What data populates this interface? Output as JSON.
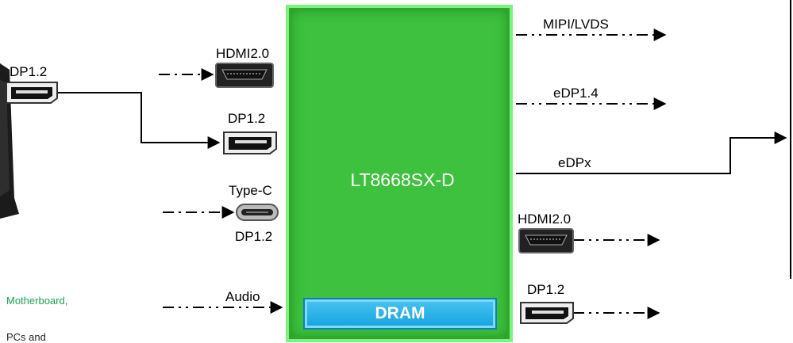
{
  "chip": {
    "name": "LT8668SX-D",
    "memory": "DRAM"
  },
  "external": {
    "left_dp": "DP1.2",
    "side_text_1": "Motherboard,",
    "side_text_2": "PCs and"
  },
  "inputs": {
    "hdmi": "HDMI2.0",
    "dp": "DP1.2",
    "typec": "Type-C",
    "typec_sub": "DP1.2",
    "audio": "Audio"
  },
  "outputs": {
    "mipi": "MIPI/LVDS",
    "edp14": "eDP1.4",
    "edpx": "eDPx",
    "hdmi": "HDMI2.0",
    "dp": "DP1.2"
  },
  "colors": {
    "chip": "#3ec13e",
    "chip_border": "#7df27d",
    "dram": "#1aa9e0",
    "side_text": "#19a34a"
  },
  "icons": [
    "monitor-stand",
    "hdmi-port-icon",
    "dp-port-icon",
    "usb-c-port-icon",
    "arrow-icon"
  ]
}
